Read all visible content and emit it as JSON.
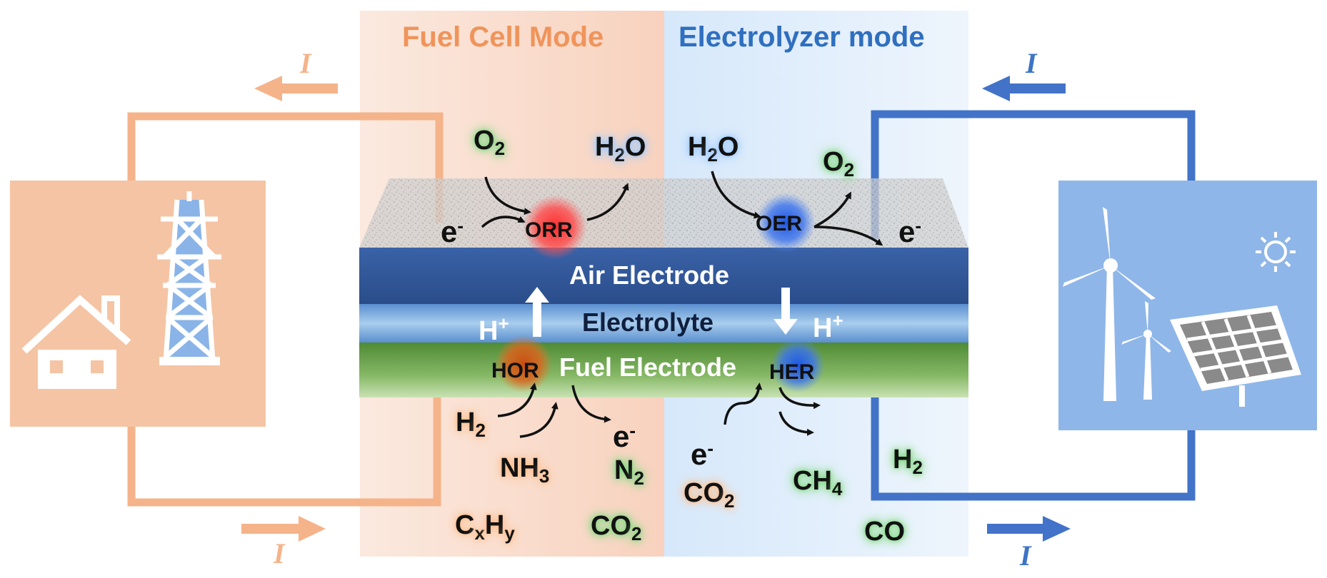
{
  "modes": {
    "fuel_cell": "Fuel Cell Mode",
    "electrolyzer": "Electrolyzer mode"
  },
  "layers": {
    "air": "Air Electrode",
    "electrolyte": "Electrolyte",
    "fuel": "Fuel Electrode"
  },
  "reactions": {
    "orr": "ORR",
    "oer": "OER",
    "hor": "HOR",
    "her": "HER"
  },
  "species": {
    "o2": "O",
    "o2_sub": "2",
    "h2o": "H",
    "h2o_sub": "2",
    "h2o_tail": "O",
    "electron": "e",
    "electron_sup": "-",
    "proton": "H",
    "proton_sup": "+",
    "h2": "H",
    "h2_sub": "2",
    "nh3": "NH",
    "nh3_sub": "3",
    "cxhy_c": "C",
    "cxhy_x": "x",
    "cxhy_h": "H",
    "cxhy_y": "y",
    "n2": "N",
    "n2_sub": "2",
    "co2": "CO",
    "co2_sub": "2",
    "ch4": "CH",
    "ch4_sub": "4",
    "co": "CO"
  },
  "current_symbol": "I",
  "colors": {
    "fuel_cell": "#f0945a",
    "fuel_cell_light": "#f5b995",
    "electrolyzer": "#3d74c4",
    "electrolyzer_light": "#8fb6e8",
    "air_electrode": "#2f5597",
    "fuel_electrode": "#6a9e45"
  },
  "icons": {
    "left_box": [
      "house-icon",
      "transmission-tower-icon"
    ],
    "right_box": [
      "wind-turbine-icon",
      "solar-panel-icon",
      "sun-icon"
    ]
  }
}
